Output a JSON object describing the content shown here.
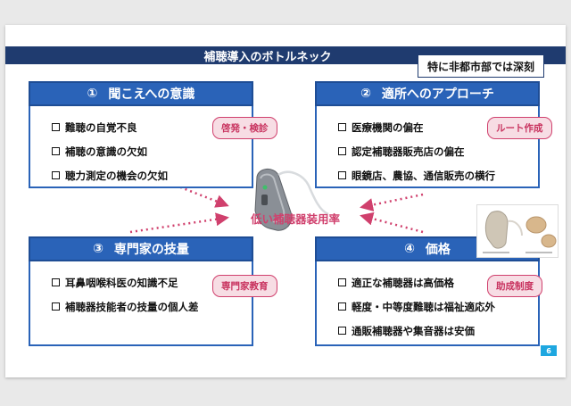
{
  "title": "補聴導入のボトルネック",
  "tag": "特に非都市部では深刻",
  "center_label": "低い補聴器装用率",
  "page_number": "6",
  "quadrants": [
    {
      "number": "①",
      "heading": "聞こえへの意識",
      "badge": "啓発・検診",
      "items": [
        "難聴の自覚不良",
        "補聴の意識の欠如",
        "聴力測定の機会の欠如"
      ]
    },
    {
      "number": "②",
      "heading": "適所へのアプローチ",
      "badge": "ルート作成",
      "items": [
        "医療機関の偏在",
        "認定補聴器販売店の偏在",
        "眼鏡店、農協、通信販売の横行"
      ]
    },
    {
      "number": "③",
      "heading": "専門家の技量",
      "badge": "専門家教育",
      "items": [
        "耳鼻咽喉科医の知識不足",
        "補聴器技能者の技量の個人差"
      ]
    },
    {
      "number": "④",
      "heading": "価格",
      "badge": "助成制度",
      "items": [
        "適正な補聴器は高価格",
        "軽度・中等度難聴は福祉適応外",
        "通販補聴器や集音器は安価"
      ]
    }
  ],
  "colors": {
    "navy": "#1f3b6f",
    "heading_blue": "#2a63b8",
    "accent_pink": "#d0406d",
    "badge_fill": "#f7dde4",
    "page_blue": "#1ea7e0"
  }
}
